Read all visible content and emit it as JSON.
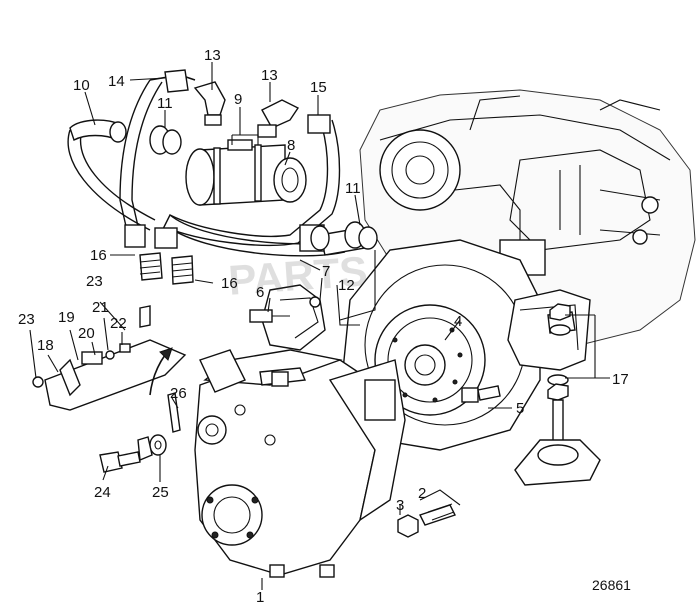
{
  "figure": {
    "number": "26861"
  },
  "callouts": [
    {
      "label": "1"
    },
    {
      "label": "2"
    },
    {
      "label": "3"
    },
    {
      "label": "4"
    },
    {
      "label": "5"
    },
    {
      "label": "6"
    },
    {
      "label": "7"
    },
    {
      "label": "8"
    },
    {
      "label": "9"
    },
    {
      "label": "10"
    },
    {
      "label": "11"
    },
    {
      "label": "11"
    },
    {
      "label": "12"
    },
    {
      "label": "13"
    },
    {
      "label": "13"
    },
    {
      "label": "14"
    },
    {
      "label": "15"
    },
    {
      "label": "16"
    },
    {
      "label": "16"
    },
    {
      "label": "17"
    },
    {
      "label": "18"
    },
    {
      "label": "19"
    },
    {
      "label": "20"
    },
    {
      "label": "21"
    },
    {
      "label": "22"
    },
    {
      "label": "23"
    },
    {
      "label": "23"
    },
    {
      "label": "24"
    },
    {
      "label": "25"
    },
    {
      "label": "26"
    }
  ],
  "watermark": {
    "text": "PARTS"
  },
  "colors": {
    "ink": "#111111",
    "paper": "#ffffff"
  }
}
